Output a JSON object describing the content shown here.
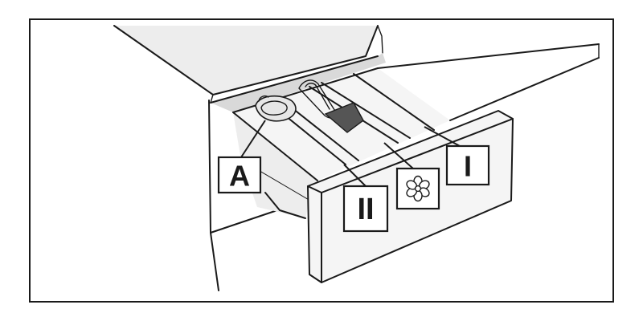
{
  "callouts": {
    "a": "A",
    "i": "I",
    "ii": "II"
  },
  "icons": {
    "softener": "flower-icon"
  }
}
